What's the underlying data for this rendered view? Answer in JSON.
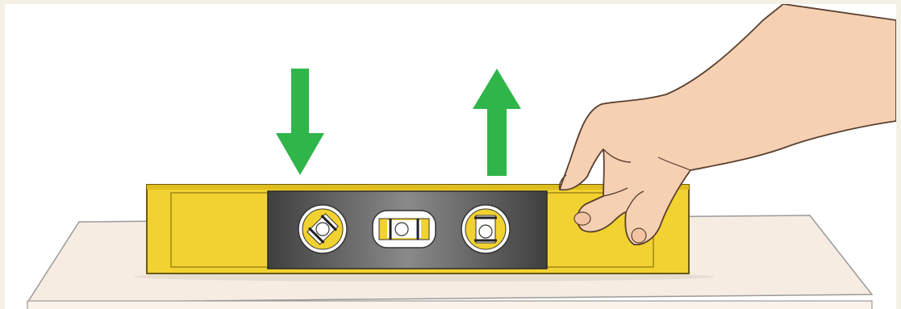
{
  "illustration": {
    "subject": "spirit-level-on-table",
    "colors": {
      "frame": "#f3f1e6",
      "background": "#ffffff",
      "table_top": "#f6ece2",
      "table_front": "#fbf3ea",
      "table_outline": "#9a9a9a",
      "level_body": "#f2d230",
      "level_outline": "#6b5a10",
      "level_window": "#4a4a4a",
      "vial_ring": "#f2d230",
      "vial_fill": "#ffffff",
      "arrow": "#2fb54a",
      "skin": "#f6d0b2",
      "skin_outline": "#5a4030"
    },
    "arrows": [
      {
        "direction": "down"
      },
      {
        "direction": "up"
      }
    ],
    "vials": [
      {
        "orientation": "diagonal"
      },
      {
        "orientation": "horizontal"
      },
      {
        "orientation": "vertical"
      }
    ]
  }
}
